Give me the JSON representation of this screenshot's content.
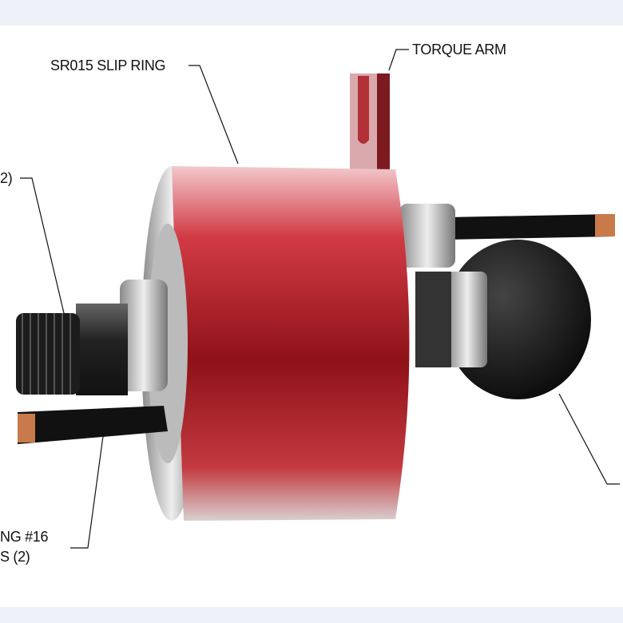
{
  "labels": {
    "slip_ring": "SR015 SLIP RING",
    "torque_arm": "TORQUE ARM",
    "left_upper_partial": "2)",
    "left_lower_line1": "NG #16",
    "left_lower_line2": "S (2)"
  },
  "colors": {
    "body_red": "#b3202a",
    "band": "#edf2fa",
    "cap_black": "#151515"
  }
}
